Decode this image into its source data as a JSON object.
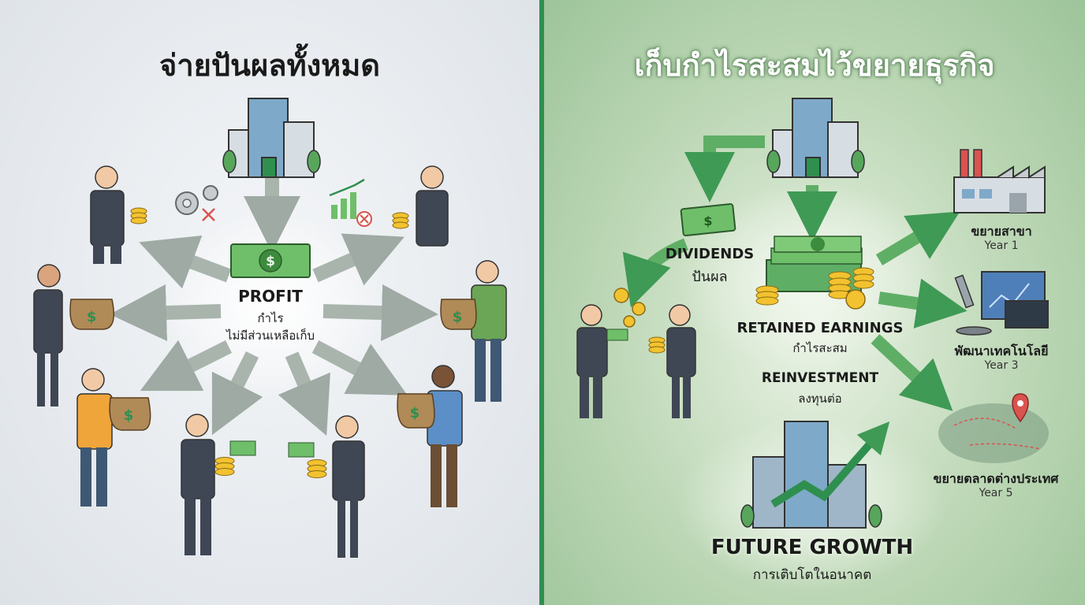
{
  "left": {
    "title": "จ่ายปันผลทั้งหมด",
    "center_label": "PROFIT",
    "center_sub1": "กำไร",
    "center_sub2": "ไม่มีส่วนเหลือเก็บ"
  },
  "right": {
    "title": "เก็บกำไรสะสมไว้ขยายธุรกิจ",
    "dividends_label": "DIVIDENDS",
    "dividends_sub": "ปันผล",
    "retained_label": "RETAINED EARNINGS",
    "retained_sub": "กำไรสะสม",
    "reinvest_label": "REINVESTMENT",
    "reinvest_sub": "ลงทุนต่อ",
    "growth_label": "FUTURE GROWTH",
    "growth_sub": "การเติบโตในอนาคต",
    "goals": [
      {
        "label": "ขยายสาขา",
        "year": "Year 1"
      },
      {
        "label": "พัฒนาเทคโนโลยี",
        "year": "Year 3"
      },
      {
        "label": "ขยายตลาดต่างประเทศ",
        "year": "Year 5"
      }
    ]
  },
  "colors": {
    "accent_green": "#2f8f4f",
    "money_green": "#6fbf6a",
    "coin_gold": "#f2c230",
    "arrow_gray": "#a9b4ad"
  }
}
